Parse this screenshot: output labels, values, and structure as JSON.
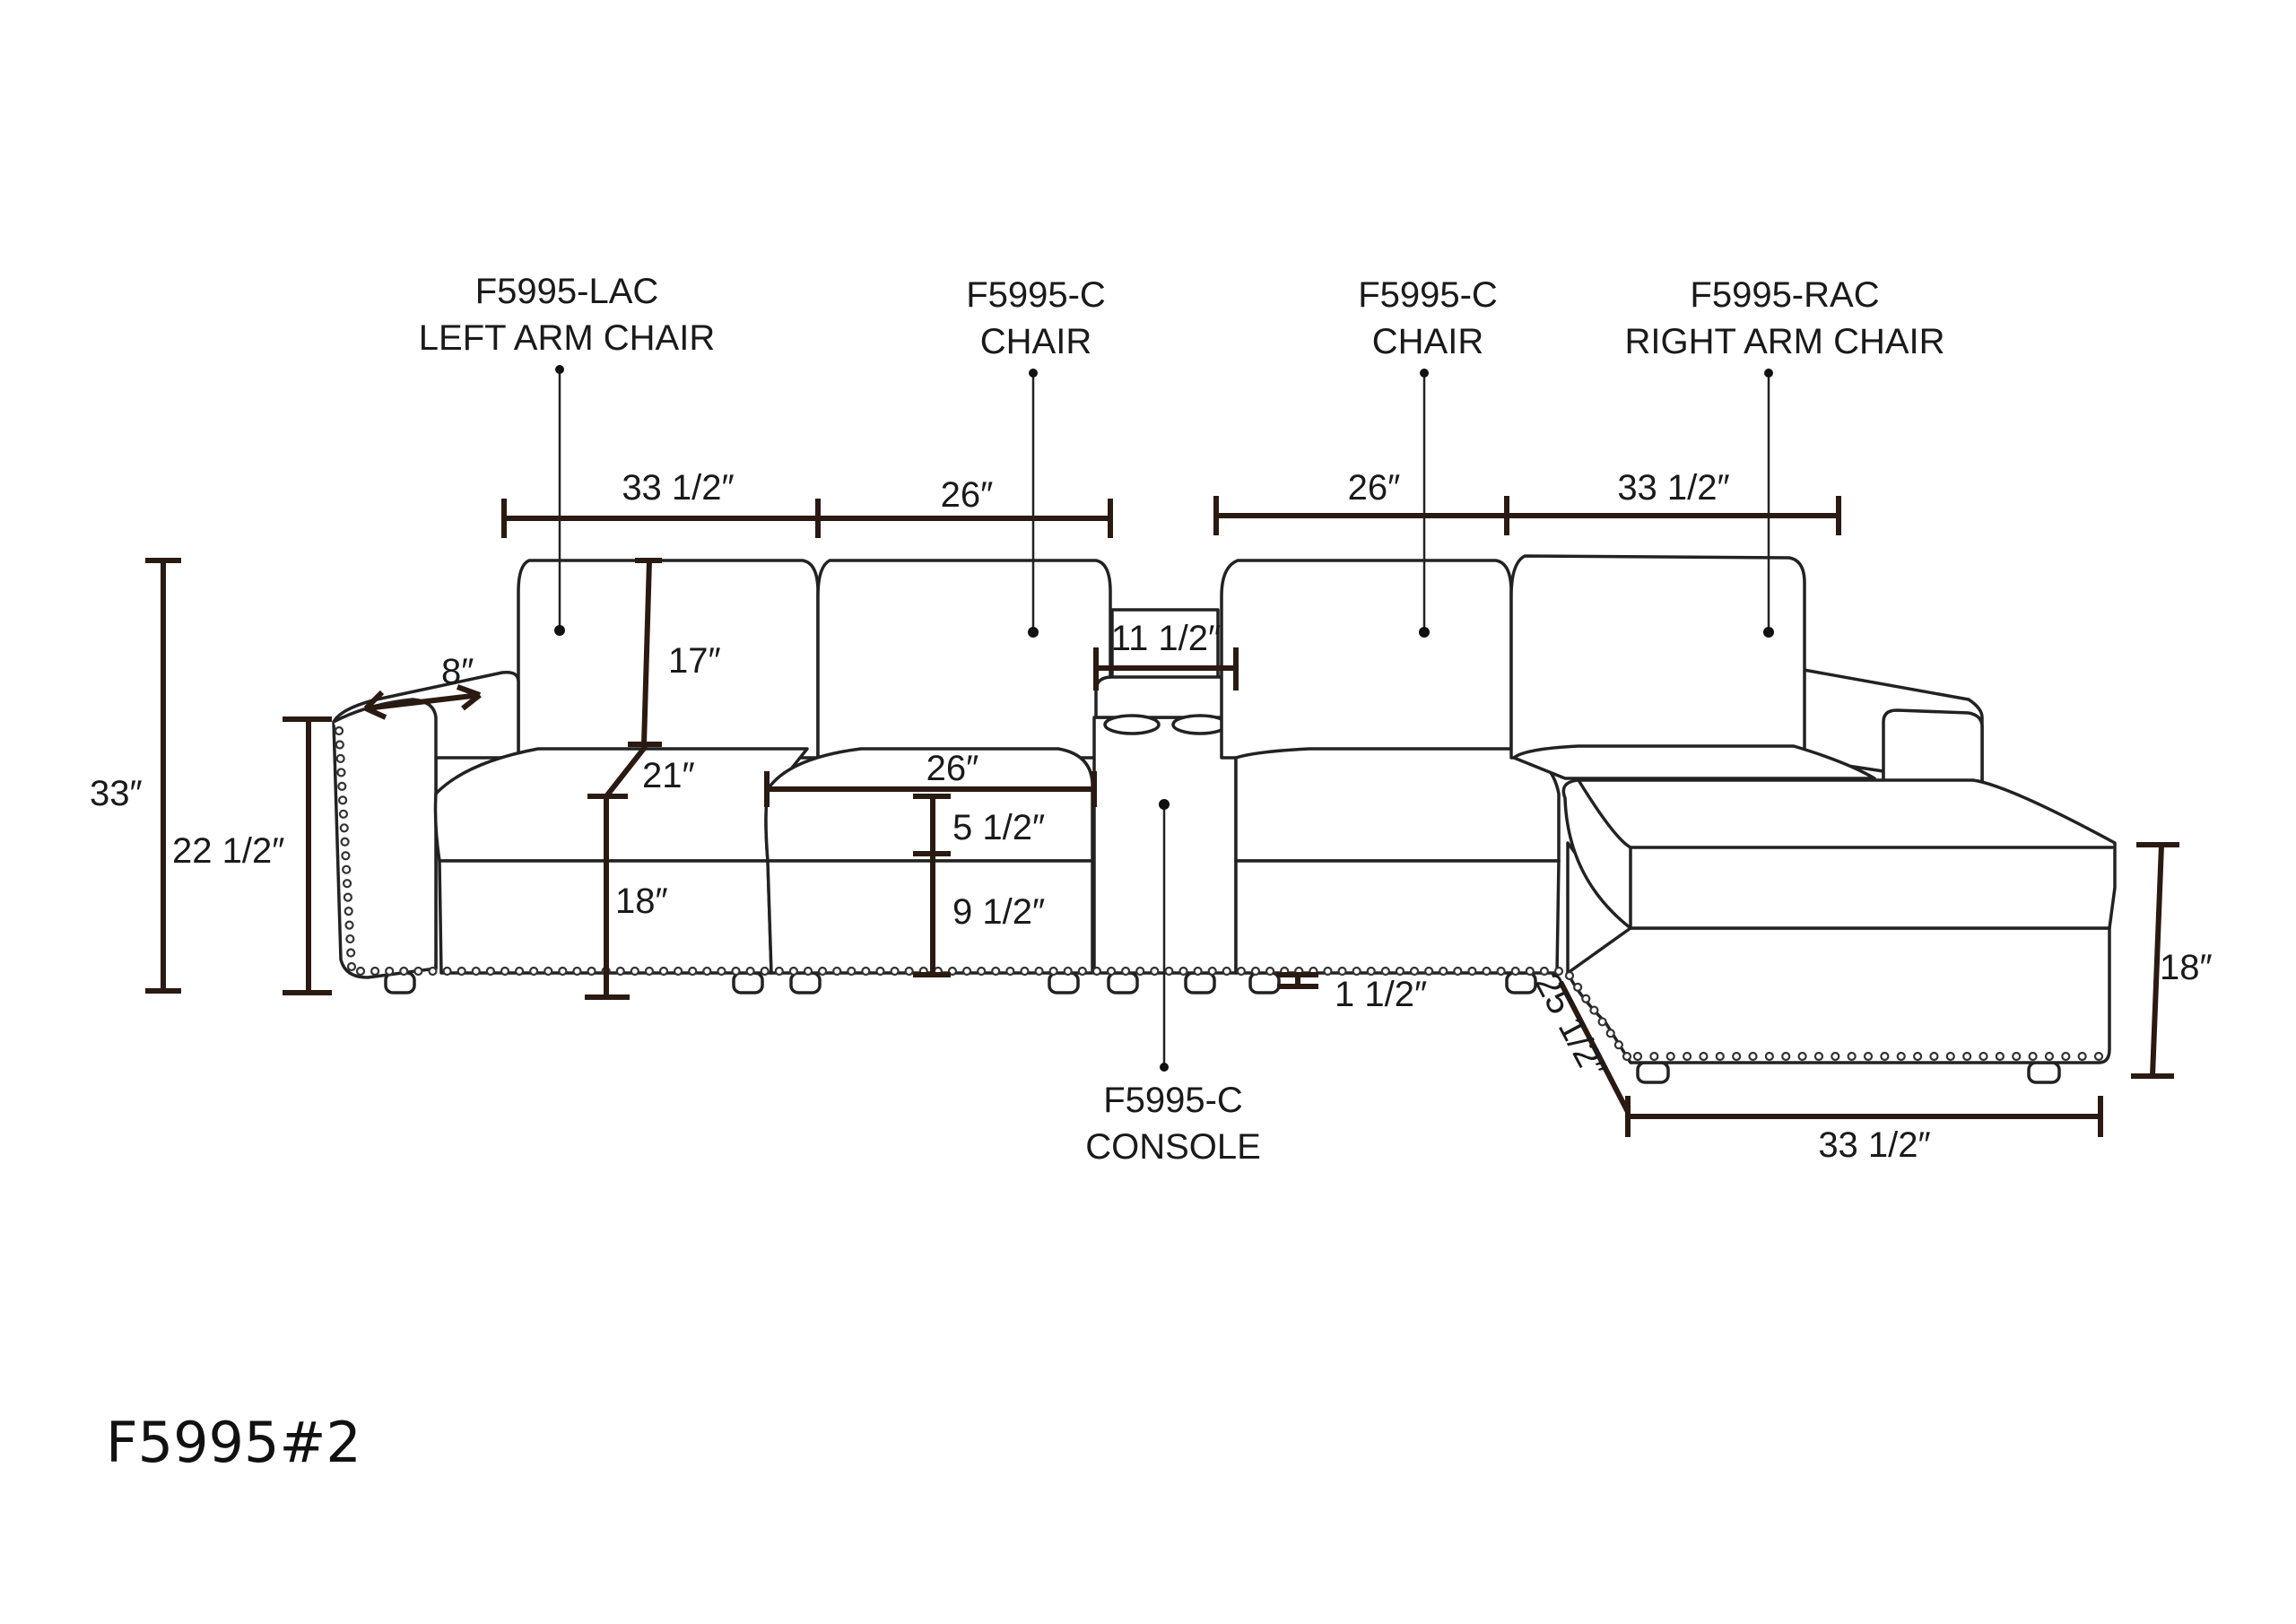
{
  "part_labels": {
    "lac_code": "F5995-LAC",
    "lac_name": "LEFT ARM CHAIR",
    "c1_code": "F5995-C",
    "c1_name": "CHAIR",
    "c2_code": "F5995-C",
    "c2_name": "CHAIR",
    "rac_code": "F5995-RAC",
    "rac_name": "RIGHT ARM CHAIR",
    "console_code": "F5995-C",
    "console_name": "CONSOLE"
  },
  "dimensions": {
    "lac_width": "33 1/2″",
    "c1_width": "26″",
    "c2_width": "26″",
    "rac_width": "33 1/2″",
    "back_height": "17″",
    "console_width": "11 1/2″",
    "arm_width": "8″",
    "total_height": "33″",
    "arm_height": "22 1/2″",
    "seat_depth": "21″",
    "seat_width": "26″",
    "cushion_height": "5 1/2″",
    "base_height": "9 1/2″",
    "seat_height": "18″",
    "leg_height": "1 1/2″",
    "ottoman_height": "18″",
    "ottoman_depth": "25 1/2″",
    "ottoman_width": "33 1/2″"
  },
  "model_number": "F5995#2"
}
